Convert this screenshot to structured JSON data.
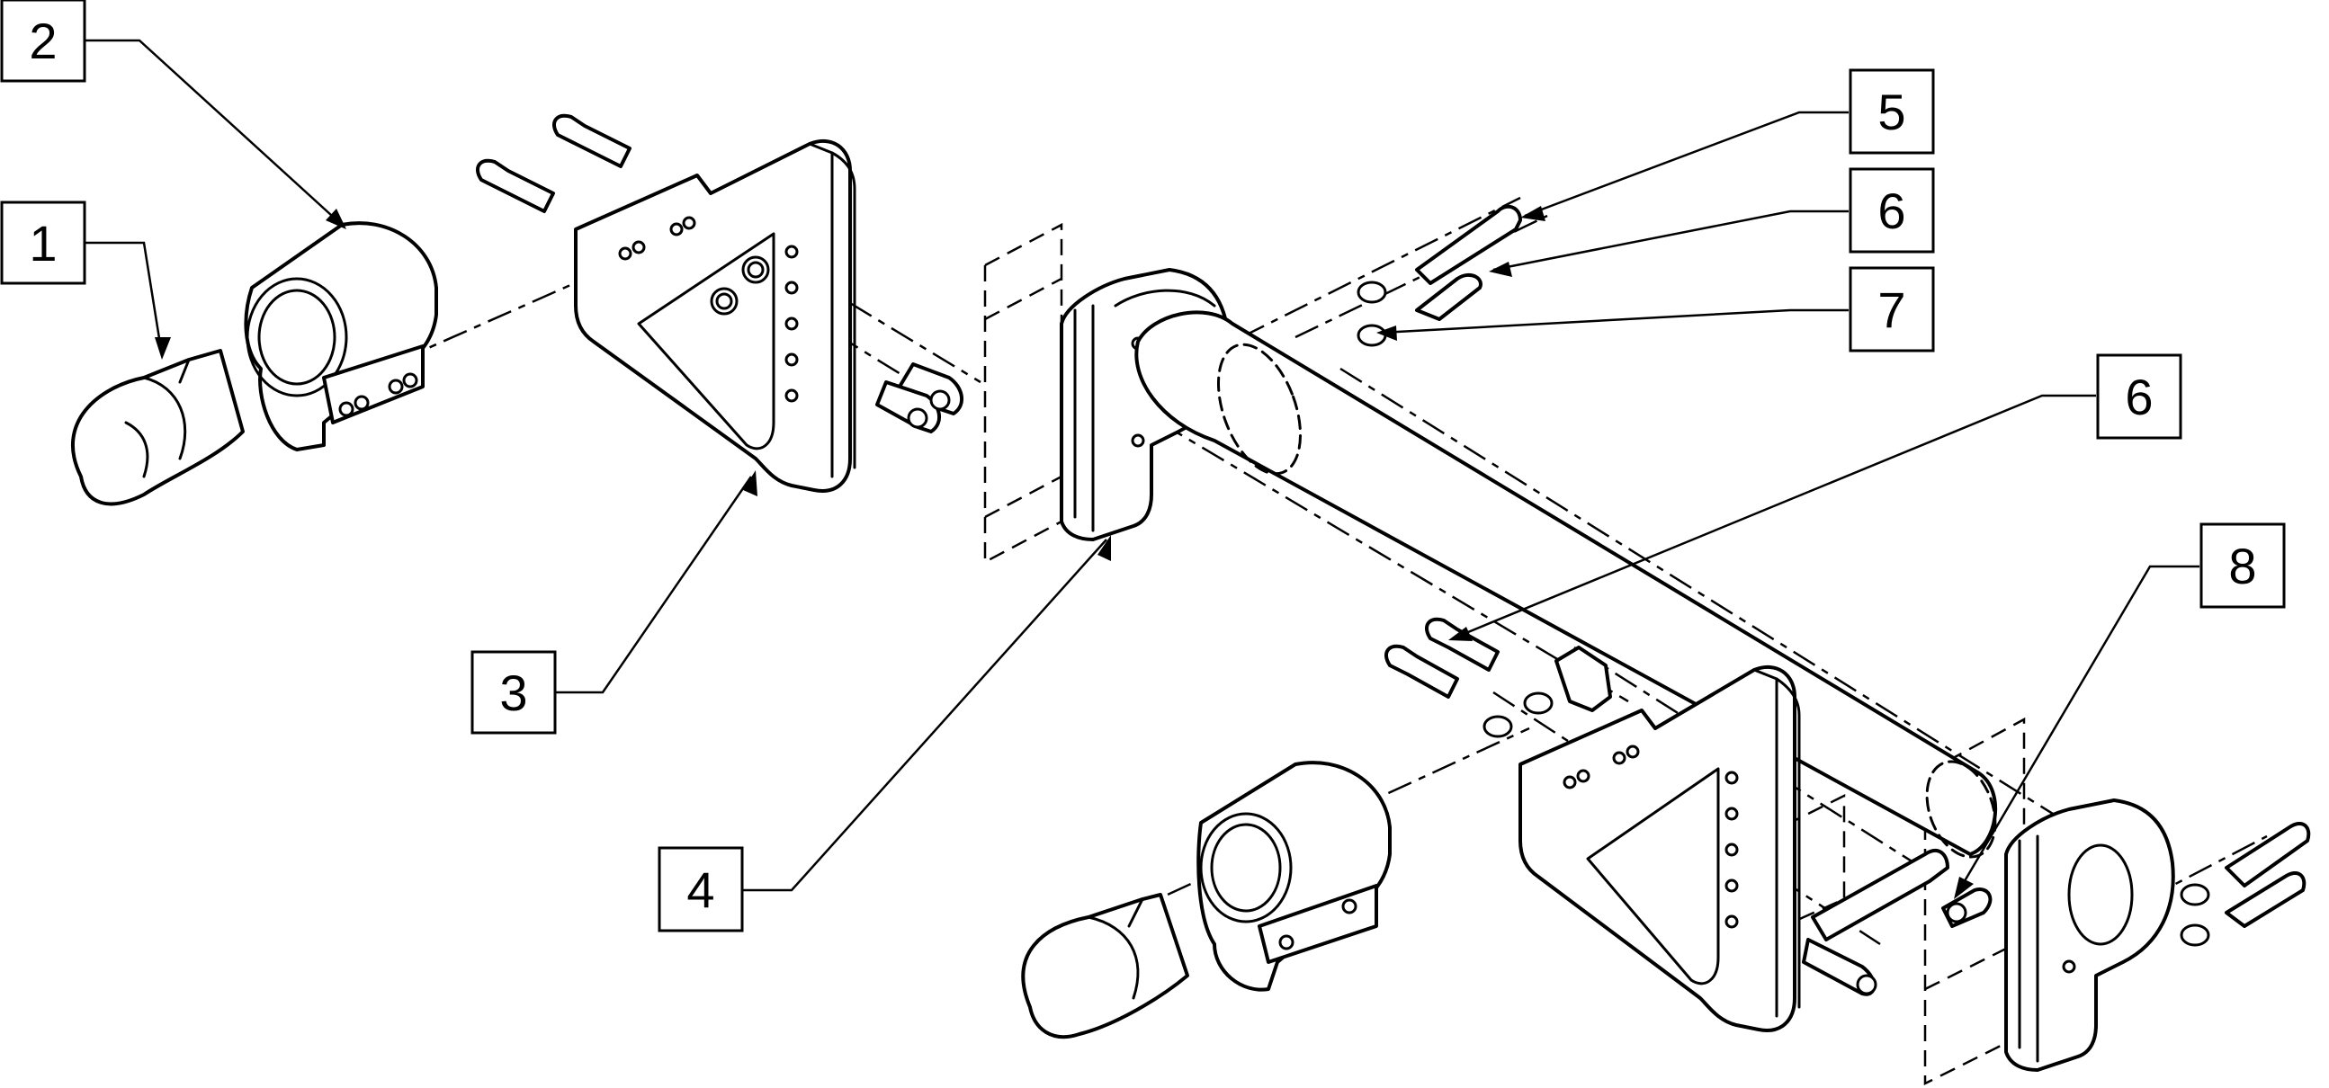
{
  "callouts": [
    {
      "id": "1",
      "label": "1"
    },
    {
      "id": "2",
      "label": "2"
    },
    {
      "id": "3",
      "label": "3"
    },
    {
      "id": "4",
      "label": "4"
    },
    {
      "id": "5",
      "label": "5"
    },
    {
      "id": "6a",
      "label": "6"
    },
    {
      "id": "7",
      "label": "7"
    },
    {
      "id": "6b",
      "label": "6"
    },
    {
      "id": "8",
      "label": "8"
    }
  ]
}
